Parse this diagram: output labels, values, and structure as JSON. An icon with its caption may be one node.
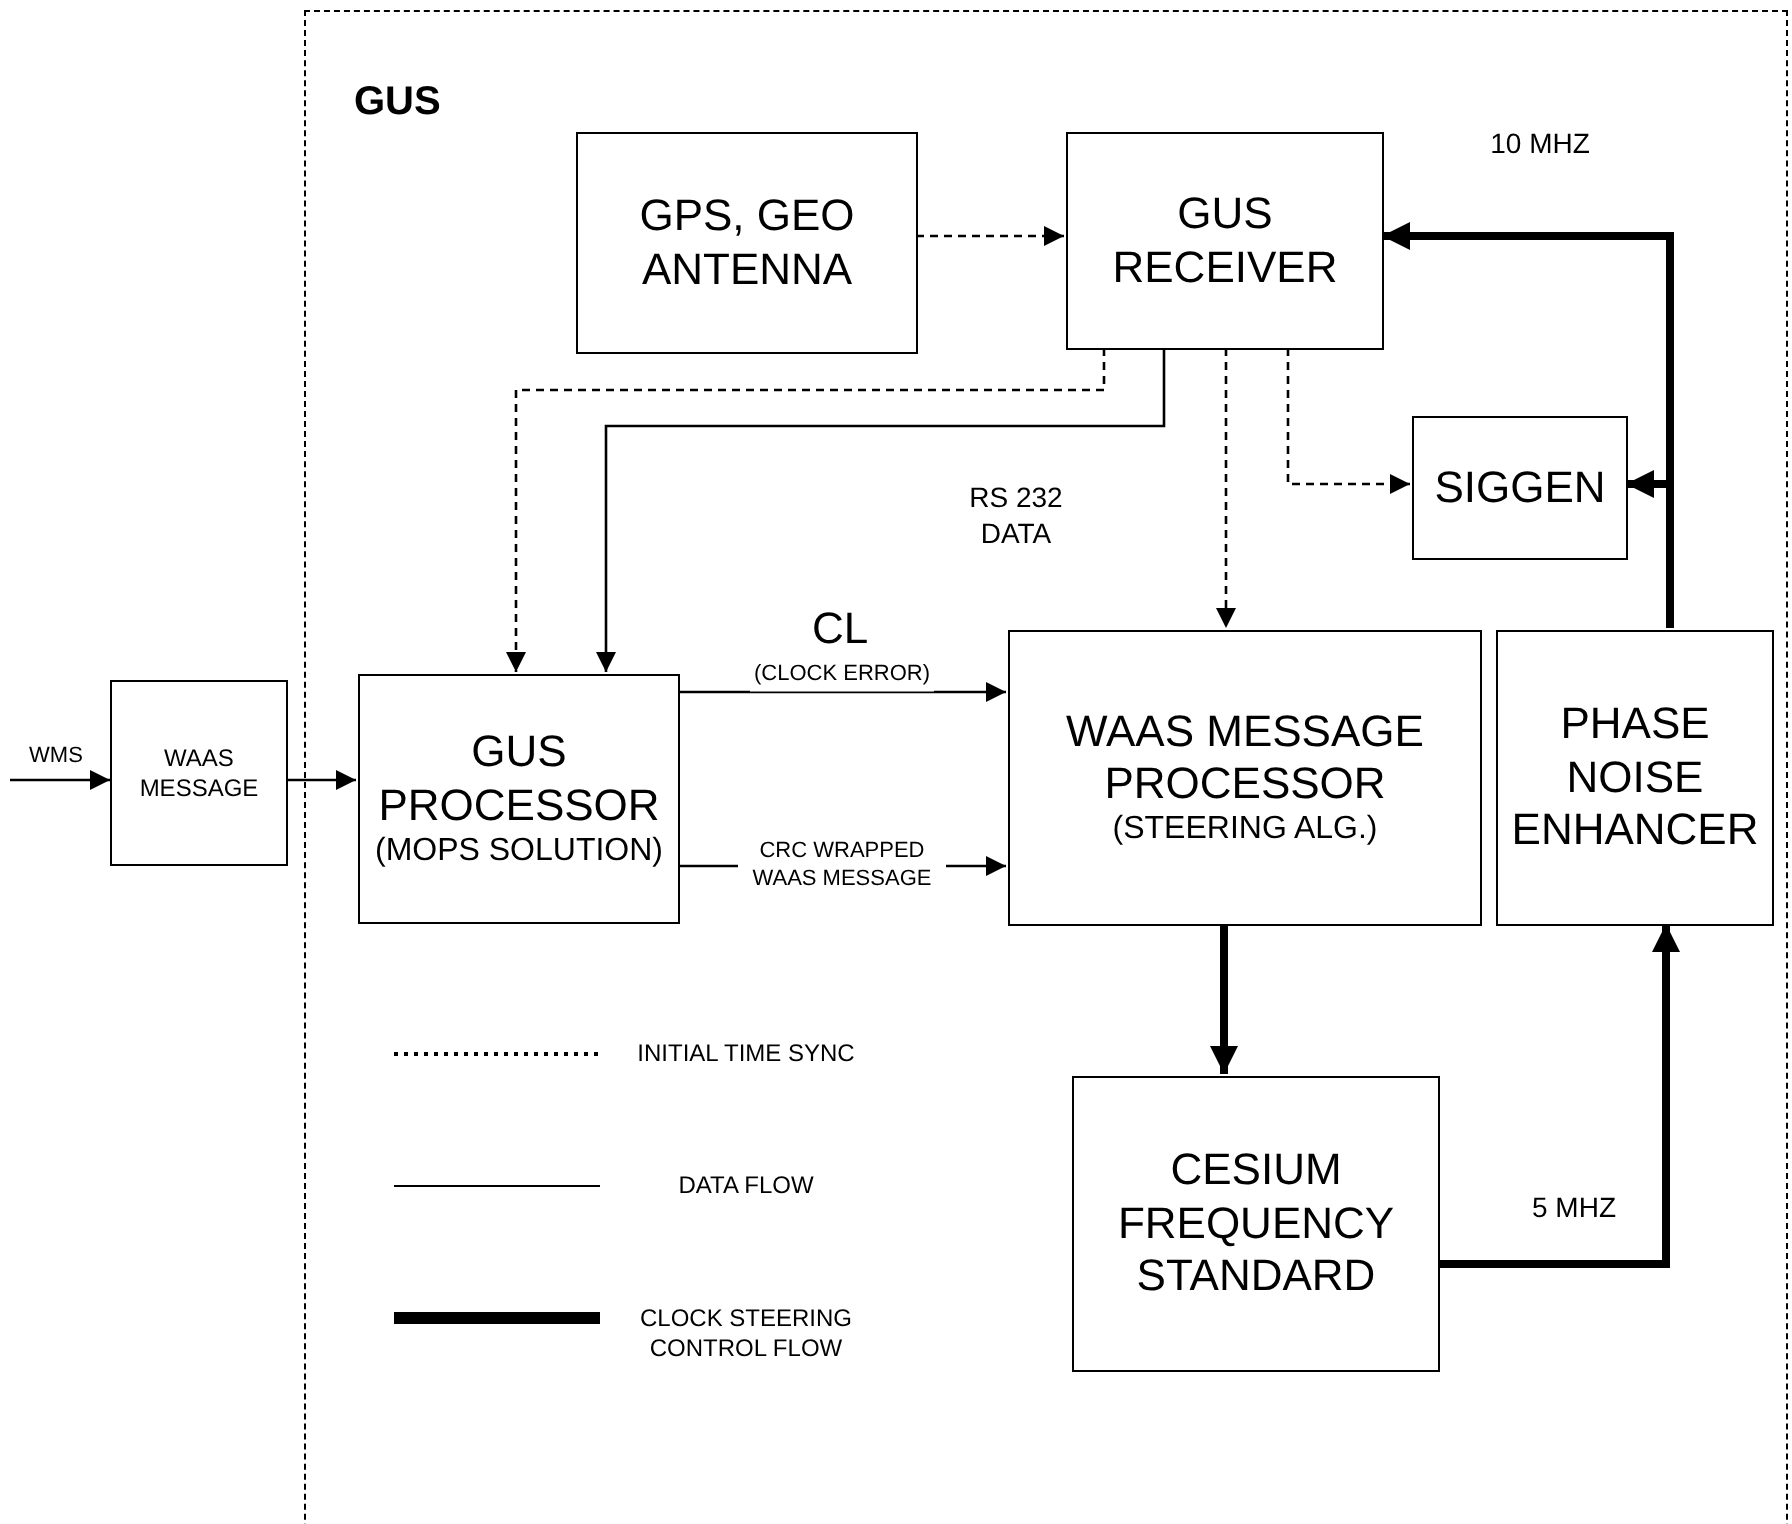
{
  "diagram": {
    "nodes": [
      {
        "text": [
          "GUS"
        ]
      },
      {
        "text": [
          "WAAS MESSAGE"
        ]
      },
      {
        "text": [
          "GPS, GEO ANTENNA"
        ],
        "in": 0
      },
      {
        "text": [
          "GUS RECEIVER"
        ],
        "in": 0
      },
      {
        "text": [
          "SIGGEN"
        ],
        "in": 0
      },
      {
        "text": [
          "GUS PROCESSOR",
          "(MOPS SOLUTION)"
        ],
        "in": 0
      },
      {
        "text": [
          "WAAS MESSAGE PROCESSOR",
          "(STEERING ALG.)"
        ],
        "in": 0
      },
      {
        "text": [
          "PHASE NOISE ENHANCER"
        ],
        "in": 0
      },
      {
        "text": [
          "CESIUM FREQUENCY STANDARD"
        ],
        "in": 0
      }
    ],
    "edges": [
      {
        "from": null,
        "to": 1,
        "arrow": "to",
        "label": "WMS"
      },
      {
        "from": 1,
        "to": 5,
        "arrow": "to"
      },
      {
        "from": 2,
        "to": 3,
        "arrow": "to",
        "style": "dashed"
      },
      {
        "from": 3,
        "to": 5,
        "arrow": "to",
        "style": "dashed"
      },
      {
        "from": 3,
        "to": 5,
        "arrow": "to"
      },
      {
        "from": 3,
        "to": 6,
        "arrow": "to",
        "style": "dashed"
      },
      {
        "from": 3,
        "to": 4,
        "arrow": "to",
        "style": "dashed"
      },
      {
        "from": 5,
        "to": 6,
        "arrow": "to",
        "label": "(CLOCK ERROR)"
      },
      {
        "from": 5,
        "to": 6,
        "arrow": "to",
        "label": "CRC WRAPPED WAAS MESSAGE"
      },
      {
        "from": 6,
        "to": 8,
        "arrow": "to",
        "style": "thick"
      },
      {
        "from": 8,
        "to": 7,
        "arrow": "to",
        "style": "thick",
        "label": "5 MHZ"
      },
      {
        "from": 7,
        "to": 3,
        "arrow": "to",
        "style": "thick",
        "label": "10 MHZ"
      },
      {
        "from": 7,
        "to": 4,
        "arrow": "to",
        "style": "thick"
      }
    ],
    "labels": [
      "RS 232 DATA",
      "CL"
    ],
    "legend": [
      {
        "text": "INITIAL TIME SYNC"
      },
      {
        "text": "DATA FLOW"
      },
      {
        "text": "CLOCK STEERING CONTROL FLOW"
      }
    ]
  }
}
